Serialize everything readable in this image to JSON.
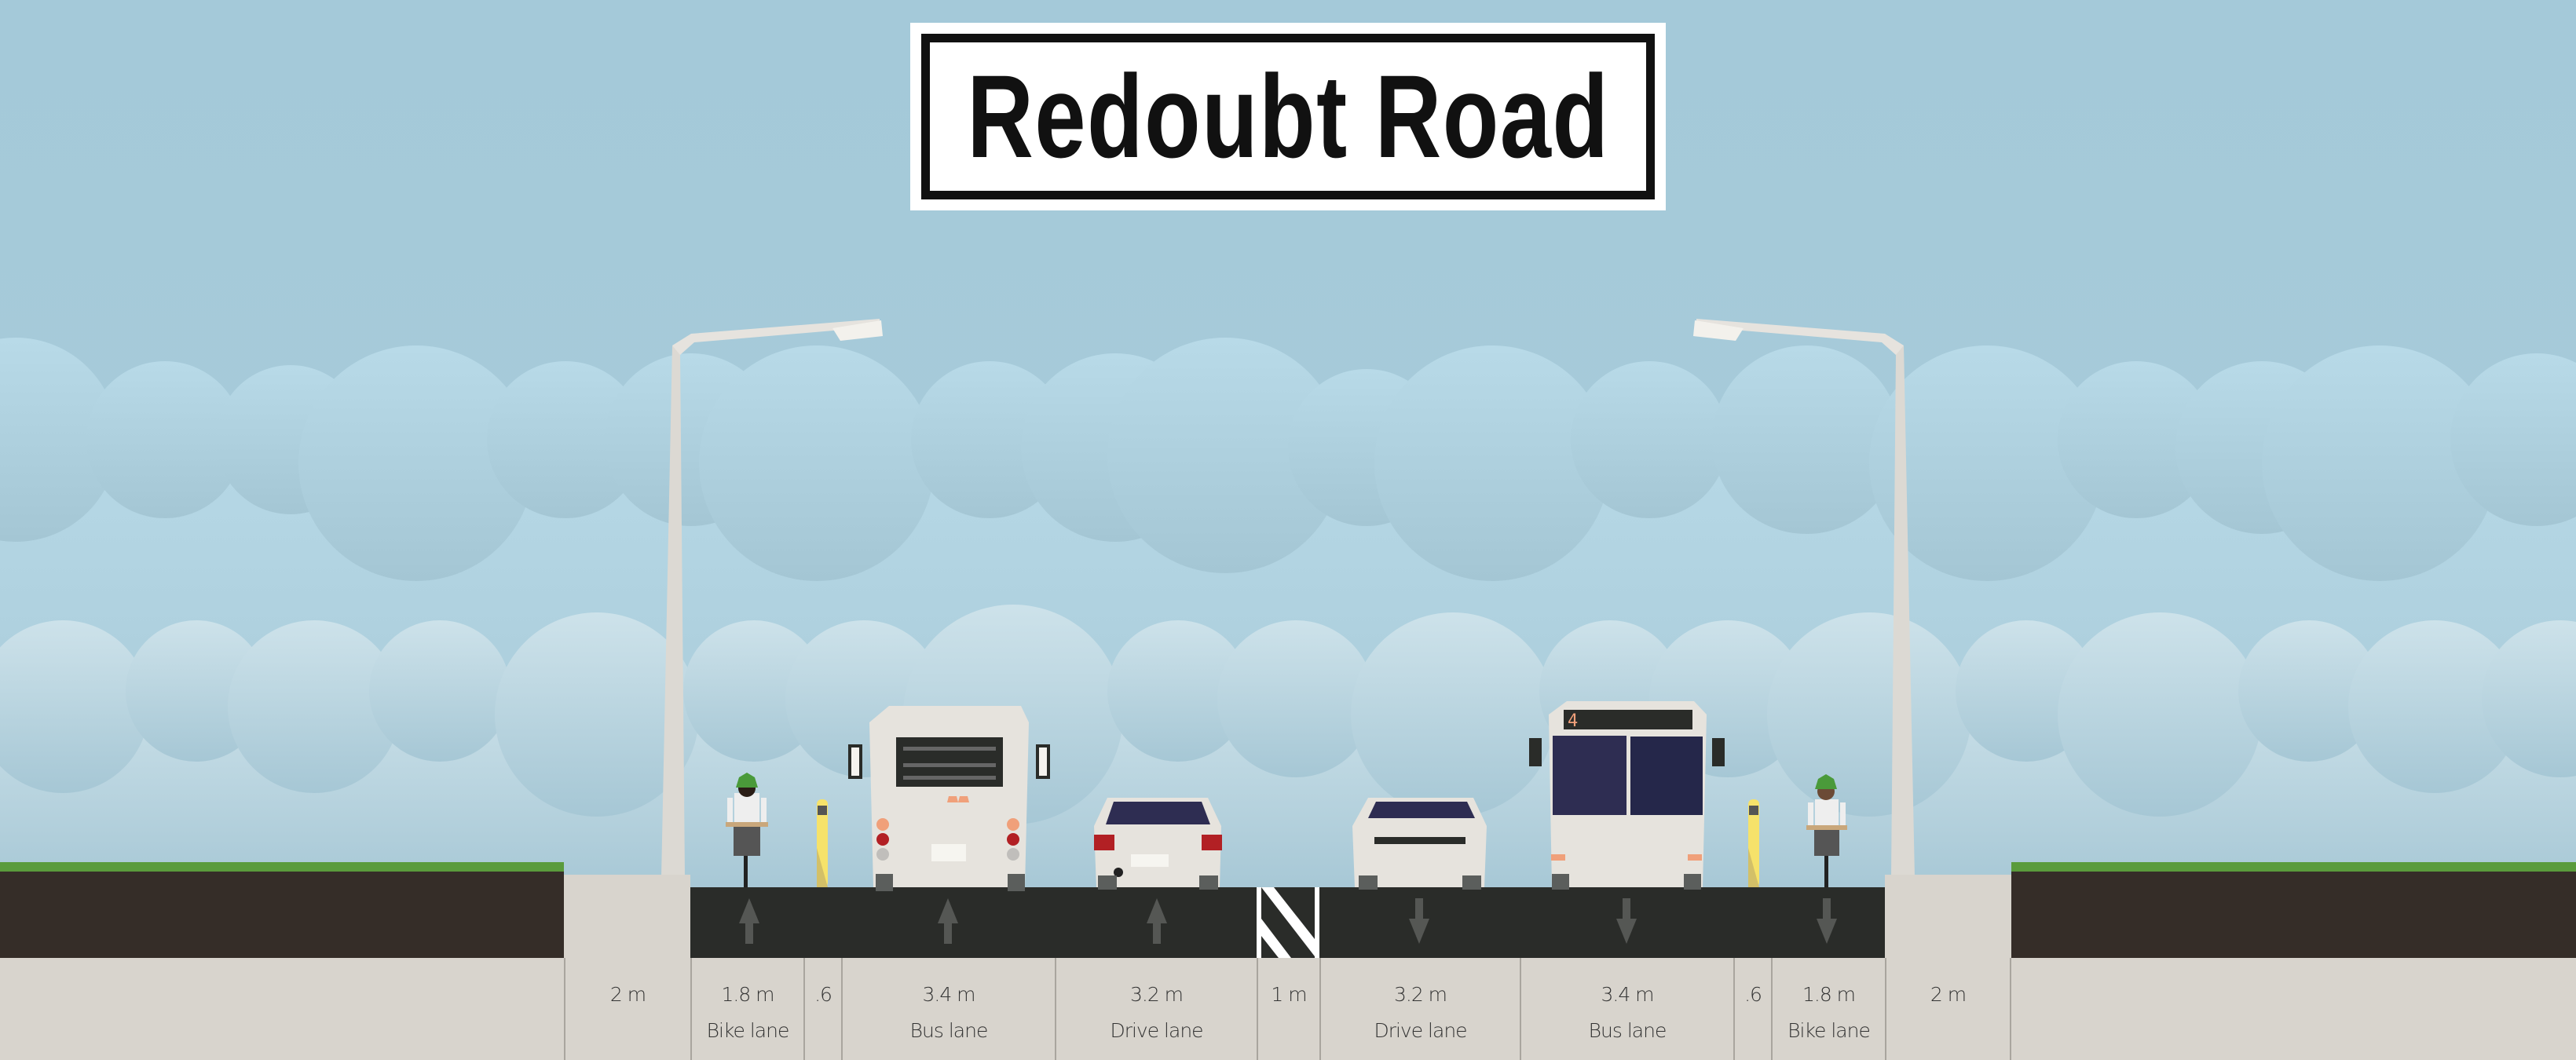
{
  "street": {
    "name": "Redoubt Road"
  },
  "segments": [
    {
      "width": "2 m",
      "name": ""
    },
    {
      "width": "1.8 m",
      "name": "Bike lane"
    },
    {
      "width": ".6",
      "name": ""
    },
    {
      "width": "3.4 m",
      "name": "Bus lane"
    },
    {
      "width": "3.2 m",
      "name": "Drive lane"
    },
    {
      "width": "1 m",
      "name": ""
    },
    {
      "width": "3.2 m",
      "name": "Drive lane"
    },
    {
      "width": "3.4 m",
      "name": "Bus lane"
    },
    {
      "width": ".6",
      "name": ""
    },
    {
      "width": "1.8 m",
      "name": "Bike lane"
    },
    {
      "width": "2 m",
      "name": ""
    }
  ],
  "bus_route_number": "4",
  "colors": {
    "sky": "#a6cada",
    "asphalt": "#2a2c29",
    "sidewalk": "#d8d4cd",
    "soil": "#352d28",
    "grass": "#5a9b3c",
    "bus_glass": "#2e2d52",
    "bollard": "#f6e26a"
  }
}
